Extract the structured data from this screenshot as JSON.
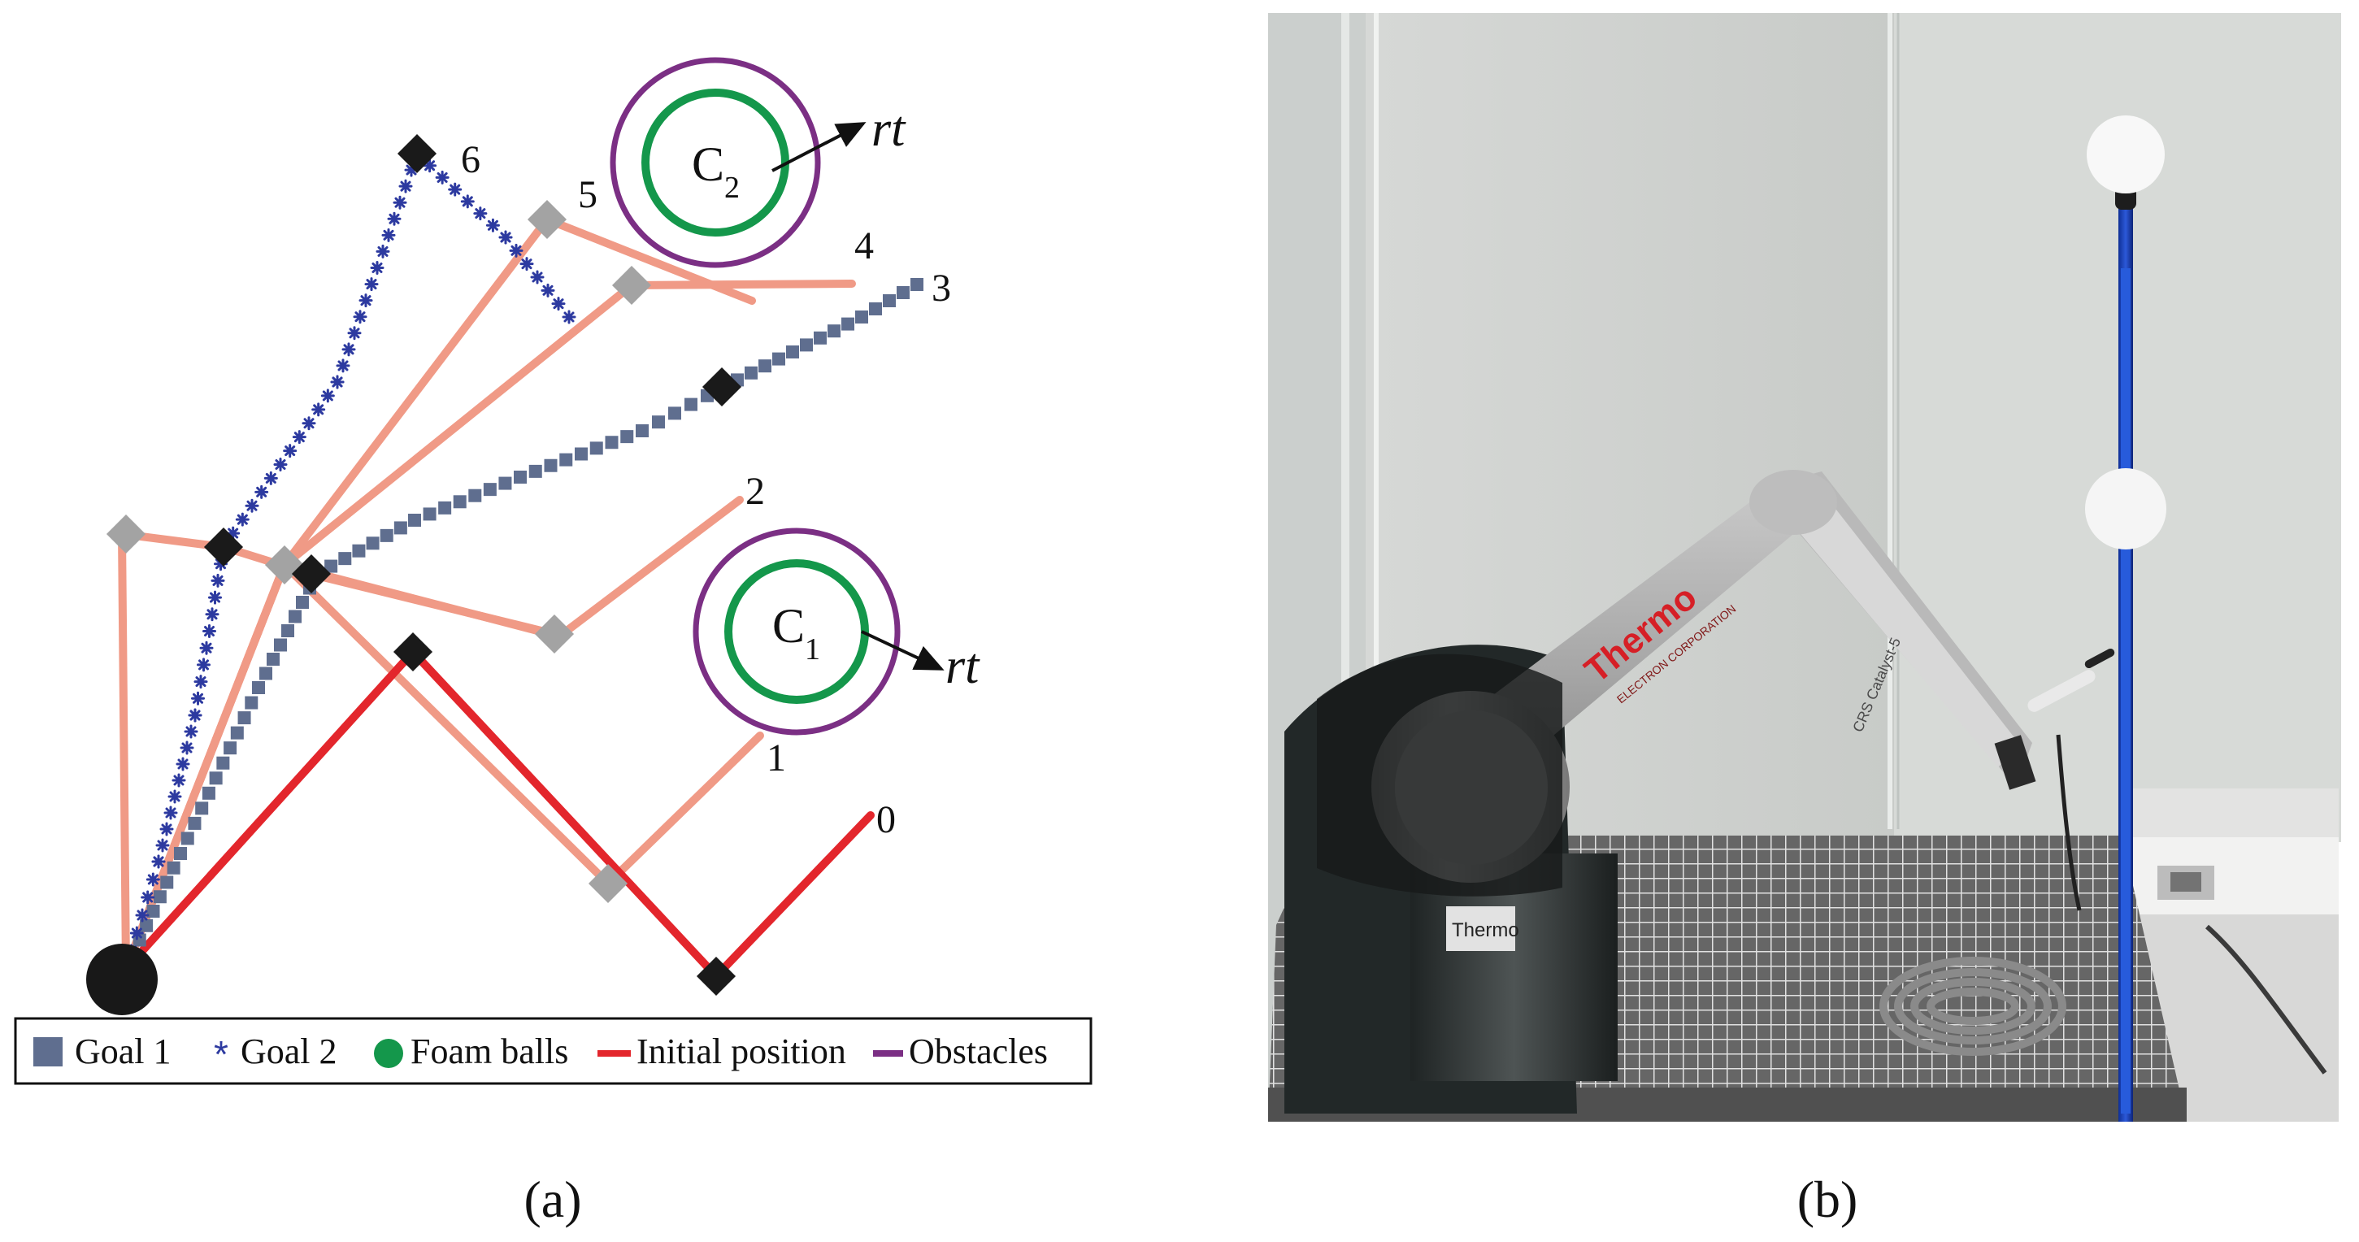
{
  "figure": {
    "panel_a": {
      "label": "(a)",
      "obstacles": [
        {
          "label_main": "C",
          "label_sub": "2",
          "radius_label": "rt"
        },
        {
          "label_main": "C",
          "label_sub": "1",
          "radius_label": "rt"
        }
      ],
      "point_labels": [
        "0",
        "1",
        "2",
        "3",
        "4",
        "5",
        "6"
      ],
      "legend": [
        {
          "label": "Goal 1",
          "symbol": "gray-square"
        },
        {
          "label": "Goal 2",
          "symbol": "blue-star"
        },
        {
          "label": "Foam balls",
          "symbol": "green-circle"
        },
        {
          "label": "Initial position",
          "symbol": "red-line"
        },
        {
          "label": "Obstacles",
          "symbol": "purple-line"
        }
      ],
      "colors": {
        "goal1": "#5f6e8f",
        "goal2": "#2d3aa0",
        "foam": "#14974b",
        "initial": "#e3262c",
        "obstacle": "#7b2f84",
        "path": "#f09a86",
        "joint_gray": "#a3a3a3",
        "joint_black": "#1a1a1a"
      }
    },
    "panel_b": {
      "label": "(b)",
      "photo_text": {
        "brand": "Thermo",
        "subtitle": "ELECTRON CORPORATION",
        "arm_label": "CRS Catalyst-5",
        "base_brand": "Thermo"
      }
    }
  }
}
